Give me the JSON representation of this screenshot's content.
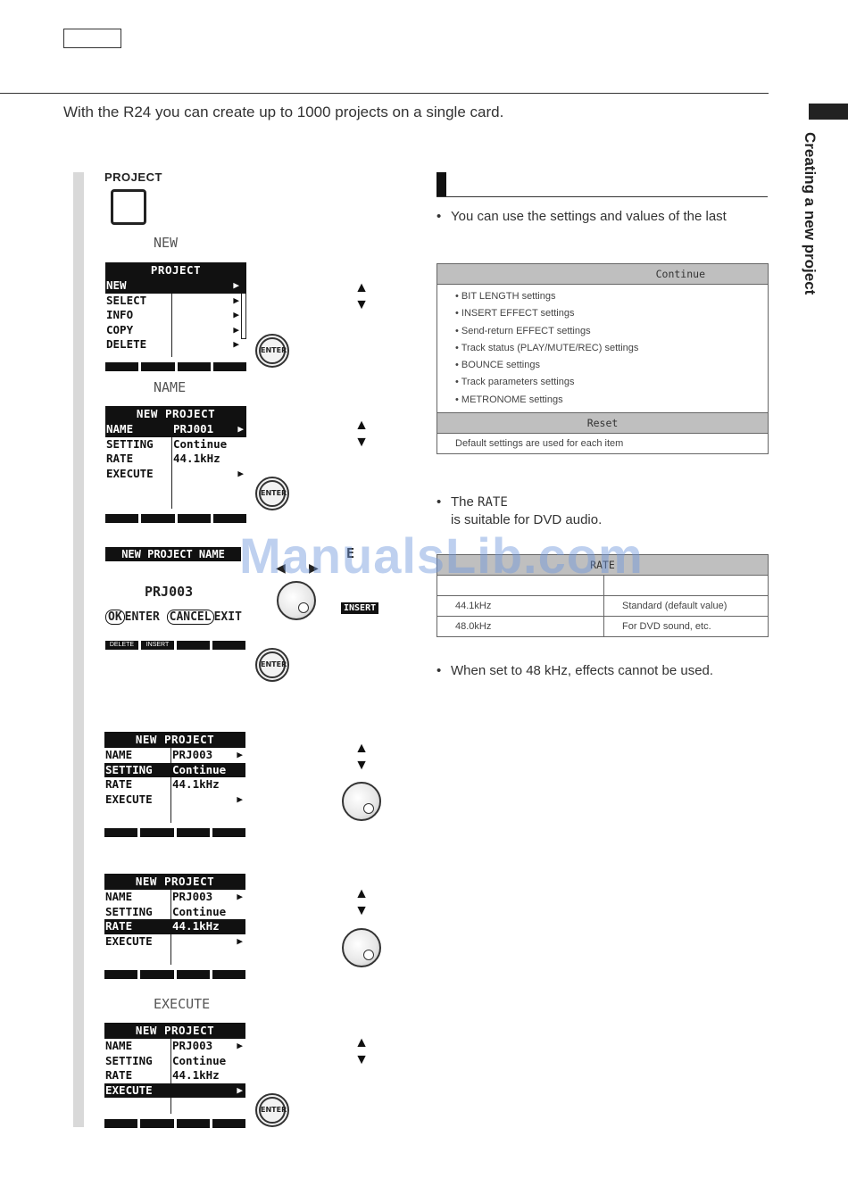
{
  "header": {
    "intro": "With the R24 you can create up to 1000 projects on a single card.",
    "side_title": "Creating a new project"
  },
  "steps": {
    "project_key_label": "PROJECT",
    "word_new": "NEW",
    "word_name": "NAME",
    "word_execute": "EXECUTE"
  },
  "screen_project": {
    "title": "PROJECT",
    "items": [
      "NEW",
      "SELECT",
      "INFO",
      "COPY",
      "DELETE"
    ]
  },
  "screen_new_project": {
    "title": "NEW PROJECT",
    "labels": [
      "NAME",
      "SETTING",
      "RATE",
      "EXECUTE"
    ],
    "values_a": [
      "PRJ001",
      "Continue",
      "44.1kHz",
      ""
    ],
    "values_b": [
      "PRJ003",
      "Continue",
      "44.1kHz",
      ""
    ]
  },
  "screen_name": {
    "title": "NEW PROJECT NAME",
    "value": "PRJ003",
    "ok_label": "OK",
    "enter_label": "ENTER",
    "cancel_label": "CANCEL",
    "exit_label": "EXIT",
    "fkey_delete": "DELETE",
    "fkey_insert": "INSERT",
    "cursor_char": "E",
    "insert_badge": "INSERT"
  },
  "controls": {
    "enter_label": "ENTER",
    "up": "▲",
    "down": "▼",
    "left": "◀",
    "right": "▶"
  },
  "right": {
    "bullet_settings": "You can use the settings and values of the last",
    "settings_table": {
      "continue_header": "Continue",
      "continue_items": [
        "BIT LENGTH settings",
        "INSERT EFFECT settings",
        "Send-return EFFECT settings",
        "Track status (PLAY/MUTE/REC) settings",
        "BOUNCE settings",
        "Track parameters settings",
        "METRONOME settings"
      ],
      "reset_header": "Reset",
      "reset_desc": "Default settings are used for each item"
    },
    "bullet_rate_1": "The",
    "bullet_rate_code": "RATE",
    "bullet_rate_2": "is suitable for DVD audio.",
    "rate_table": {
      "header": "RATE",
      "rows": [
        {
          "value": "44.1kHz",
          "desc": "Standard (default value)"
        },
        {
          "value": "48.0kHz",
          "desc": "For DVD sound, etc."
        }
      ]
    },
    "bullet_48k": "When set to 48 kHz, effects cannot be used."
  },
  "watermark": "ManualsLib.com"
}
